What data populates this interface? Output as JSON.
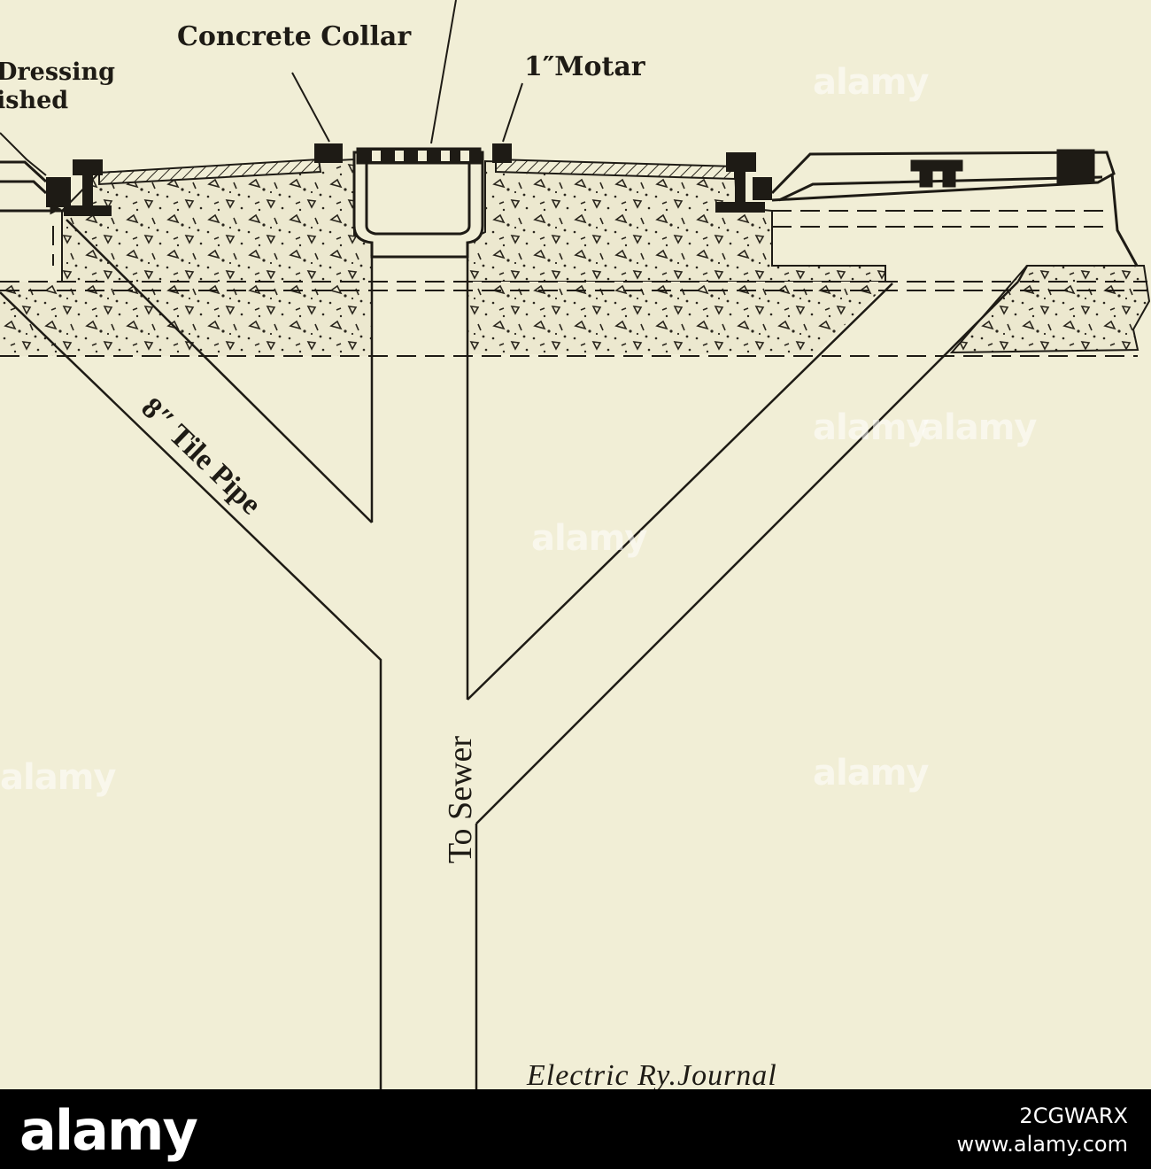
{
  "labels": {
    "top_dressing": "Dressing",
    "finished": "ished",
    "concrete_collar": "Concrete Collar",
    "mortar": "1″Motar",
    "tile_pipe": "8″ Tile Pipe",
    "to_sewer": "To Sewer",
    "credit": "Electric Ry.Journal"
  },
  "watermark": {
    "text": "alamy"
  },
  "footer": {
    "logo": "alamy",
    "image_id": "2CGWARX",
    "site": "www.alamy.com"
  },
  "colors": {
    "paper": "#f1eed6",
    "ink": "#1e1b15",
    "footer": "#000000"
  }
}
